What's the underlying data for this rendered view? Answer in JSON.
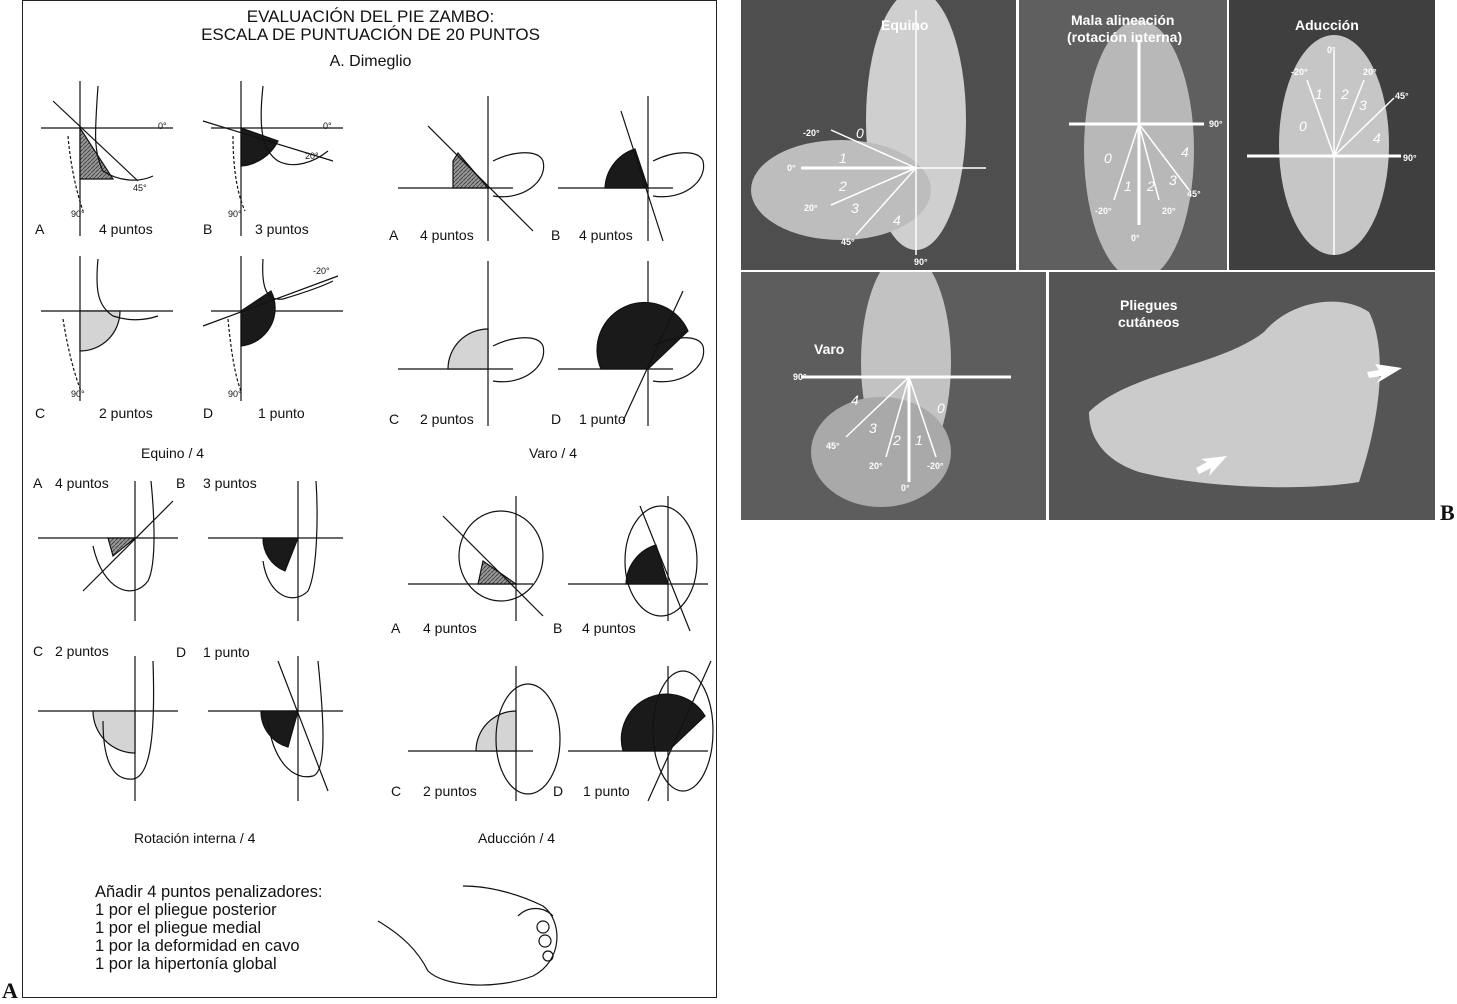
{
  "panel_a": {
    "title_line1": "EVALUACIÓN DEL PIE ZAMBO:",
    "title_line2": "ESCALA DE PUNTUACIÓN DE 20 PUNTOS",
    "author": "A. Dimeglio",
    "equino": {
      "caption": "Equino / 4",
      "items": [
        {
          "letter": "A",
          "points": "4 puntos"
        },
        {
          "letter": "B",
          "points": "3 puntos"
        },
        {
          "letter": "C",
          "points": "2 puntos"
        },
        {
          "letter": "D",
          "points": "1 punto"
        }
      ],
      "angles": {
        "a0": "0°",
        "a45": "45°",
        "a90": "90°",
        "a20": "20°",
        "am20": "-20°"
      }
    },
    "varo": {
      "caption": "Varo / 4",
      "items": [
        {
          "letter": "A",
          "points": "4 puntos"
        },
        {
          "letter": "B",
          "points": "4 puntos"
        },
        {
          "letter": "C",
          "points": "2 puntos"
        },
        {
          "letter": "D",
          "points": "1 punto"
        }
      ]
    },
    "rotacion": {
      "caption": "Rotación interna / 4",
      "items": [
        {
          "letter": "A",
          "points": "4 puntos"
        },
        {
          "letter": "B",
          "points": "3 puntos"
        },
        {
          "letter": "C",
          "points": "2 puntos"
        },
        {
          "letter": "D",
          "points": "1 punto"
        }
      ]
    },
    "aduccion": {
      "caption": "Aducción / 4",
      "items": [
        {
          "letter": "A",
          "points": "4 puntos"
        },
        {
          "letter": "B",
          "points": "4 puntos"
        },
        {
          "letter": "C",
          "points": "2 puntos"
        },
        {
          "letter": "D",
          "points": "1 punto"
        }
      ]
    },
    "penalty": {
      "line1": "Añadir 4 puntos penalizadores:",
      "line2": "1 por el pliegue posterior",
      "line3": "1 por el pliegue medial",
      "line4": "1 por la deformidad en cavo",
      "line5": "1 por la hipertonía global"
    },
    "corner_label": "A"
  },
  "panel_b": {
    "corner_label": "B",
    "equino": {
      "title": "Equino",
      "n0": "0",
      "n1": "1",
      "n2": "2",
      "n3": "3",
      "n4": "4",
      "am20": "-20°",
      "a0": "0°",
      "a20": "20°",
      "a45": "45°",
      "a90": "90°"
    },
    "mala": {
      "title1": "Mala alineación",
      "title2": "(rotación interna)",
      "a90": "90°",
      "am20": "-20°",
      "a0": "0°",
      "a20": "20°",
      "a45": "45°",
      "n0": "0",
      "n1": "1",
      "n2": "2",
      "n3": "3",
      "n4": "4"
    },
    "aduccion": {
      "title": "Aducción",
      "a0": "0°",
      "am20": "-20°",
      "a20": "20°",
      "a45": "45°",
      "a90": "90°",
      "n0": "0",
      "n1": "1",
      "n2": "2",
      "n3": "3",
      "n4": "4"
    },
    "varo": {
      "title": "Varo",
      "a90": "90°",
      "a45": "45°",
      "a20": "20°",
      "a0": "0°",
      "am20": "-20°",
      "n0": "0",
      "n1": "1",
      "n2": "2",
      "n3": "3",
      "n4": "4"
    },
    "pliegues": {
      "title1": "Pliegues",
      "title2": "cutáneos"
    }
  },
  "colors": {
    "dark_fill": "#1a1a1a",
    "light_fill": "#d4d4d4",
    "hatch_fill": "#777777",
    "photo_bg": "#5b5b5b"
  }
}
